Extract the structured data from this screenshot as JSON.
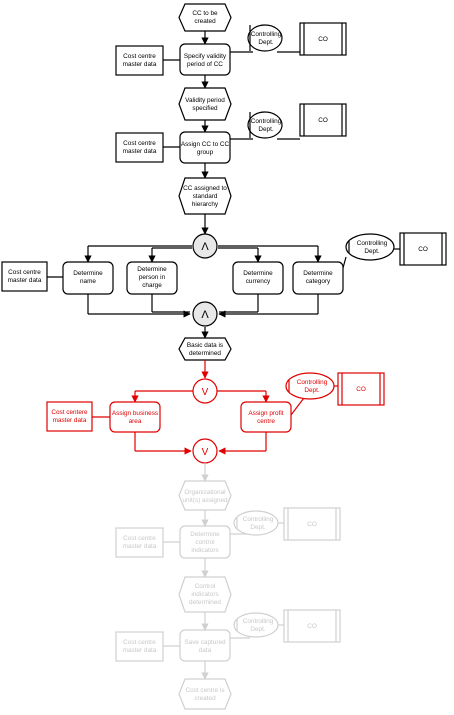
{
  "colors": {
    "normal": "#000000",
    "highlight": "#e00000",
    "faded": "#d0d0d0"
  },
  "events": {
    "cc_to_be_created": [
      "CC to be",
      "created"
    ],
    "validity_specified": [
      "Validity period",
      "specified"
    ],
    "cc_assigned": [
      "CC assigned to",
      "standard",
      "hierarchy"
    ],
    "basic_data": [
      "Basic data is",
      "determined"
    ],
    "org_units": [
      "Organizational",
      "unit(s) assigned"
    ],
    "control_indicators": [
      "Control",
      "indicators",
      "determined"
    ],
    "cc_created": [
      "Cost centre is",
      "created"
    ]
  },
  "functions": {
    "specify_validity": [
      "Specify validity",
      "period of CC"
    ],
    "assign_cc_group": [
      "Assign CC to CC",
      "group"
    ],
    "determine_name": [
      "Determine",
      "name"
    ],
    "determine_person": [
      "Determine",
      "person in",
      "charge"
    ],
    "determine_currency": [
      "Determine",
      "currency"
    ],
    "determine_category": [
      "Determine",
      "category"
    ],
    "assign_business_area": [
      "Assign business",
      "area"
    ],
    "assign_profit_centre": [
      "Assign profit",
      "centre"
    ],
    "determine_control_indicators": [
      "Determine",
      "control",
      "indicators"
    ],
    "save_captured_data": [
      "Save captured",
      "data"
    ]
  },
  "data_objects": {
    "master_data_1": [
      "Cost centre",
      "master data"
    ],
    "master_data_2": [
      "Cost centre",
      "master data"
    ],
    "master_data_3": [
      "Cost centre",
      "master data"
    ],
    "master_data_4": [
      "Cost centere",
      "master data"
    ],
    "master_data_5": [
      "Cost centre",
      "master data"
    ],
    "master_data_6": [
      "Cost centre",
      "master data"
    ]
  },
  "org_units": {
    "controlling_1": [
      "Controlling",
      "Dept."
    ],
    "controlling_2": [
      "Controlling",
      "Dept."
    ],
    "controlling_3": [
      "Controlling",
      "Dept."
    ],
    "controlling_4": [
      "Controlling",
      "Dept."
    ],
    "controlling_5": [
      "Controlling",
      "Dept."
    ],
    "controlling_6": [
      "Controlling",
      "Dept."
    ]
  },
  "systems": {
    "co_1": "CO",
    "co_2": "CO",
    "co_3": "CO",
    "co_4": "CO",
    "co_5": "CO",
    "co_6": "CO"
  },
  "connectors": {
    "and_symbol": "Λ",
    "or_symbol": "V"
  }
}
